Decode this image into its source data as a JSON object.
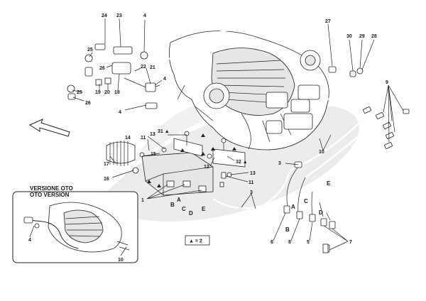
{
  "inset": {
    "title_line1": "VERSIONE OTO",
    "title_line2": "OTO VERSION",
    "callouts": [
      "4",
      "10"
    ]
  },
  "legend_box": {
    "text": "▲ = 2"
  },
  "callouts": {
    "c24": "24",
    "c23": "23",
    "c4a": "4",
    "c27": "27",
    "c30": "30",
    "c29": "29",
    "c28": "28",
    "c25a": "25",
    "c26a": "26",
    "c22": "22",
    "c21": "21",
    "c4b": "4",
    "c25b": "25",
    "c19": "19",
    "c20": "20",
    "c18": "18",
    "c26b": "26",
    "c4c": "4",
    "c9": "9",
    "c31": "31 ▲",
    "c14": "14",
    "c11a": "11",
    "c13a": "13",
    "c15": "15",
    "c17": "17",
    "c16": "16",
    "c10": "10",
    "c12": "12",
    "c32": "32 ▲",
    "c13b": "13",
    "c3a": "3",
    "c11b": "11",
    "c1": "1",
    "c3b": "3",
    "cB1": "B",
    "cA1": "A",
    "cC1": "C",
    "cD1": "D",
    "cE1": "E",
    "cE2": "E",
    "cC2": "C",
    "cA2": "A",
    "cD2": "D",
    "cB2": "B",
    "c6": "6",
    "c8": "8",
    "c5": "5",
    "c7": "7"
  }
}
